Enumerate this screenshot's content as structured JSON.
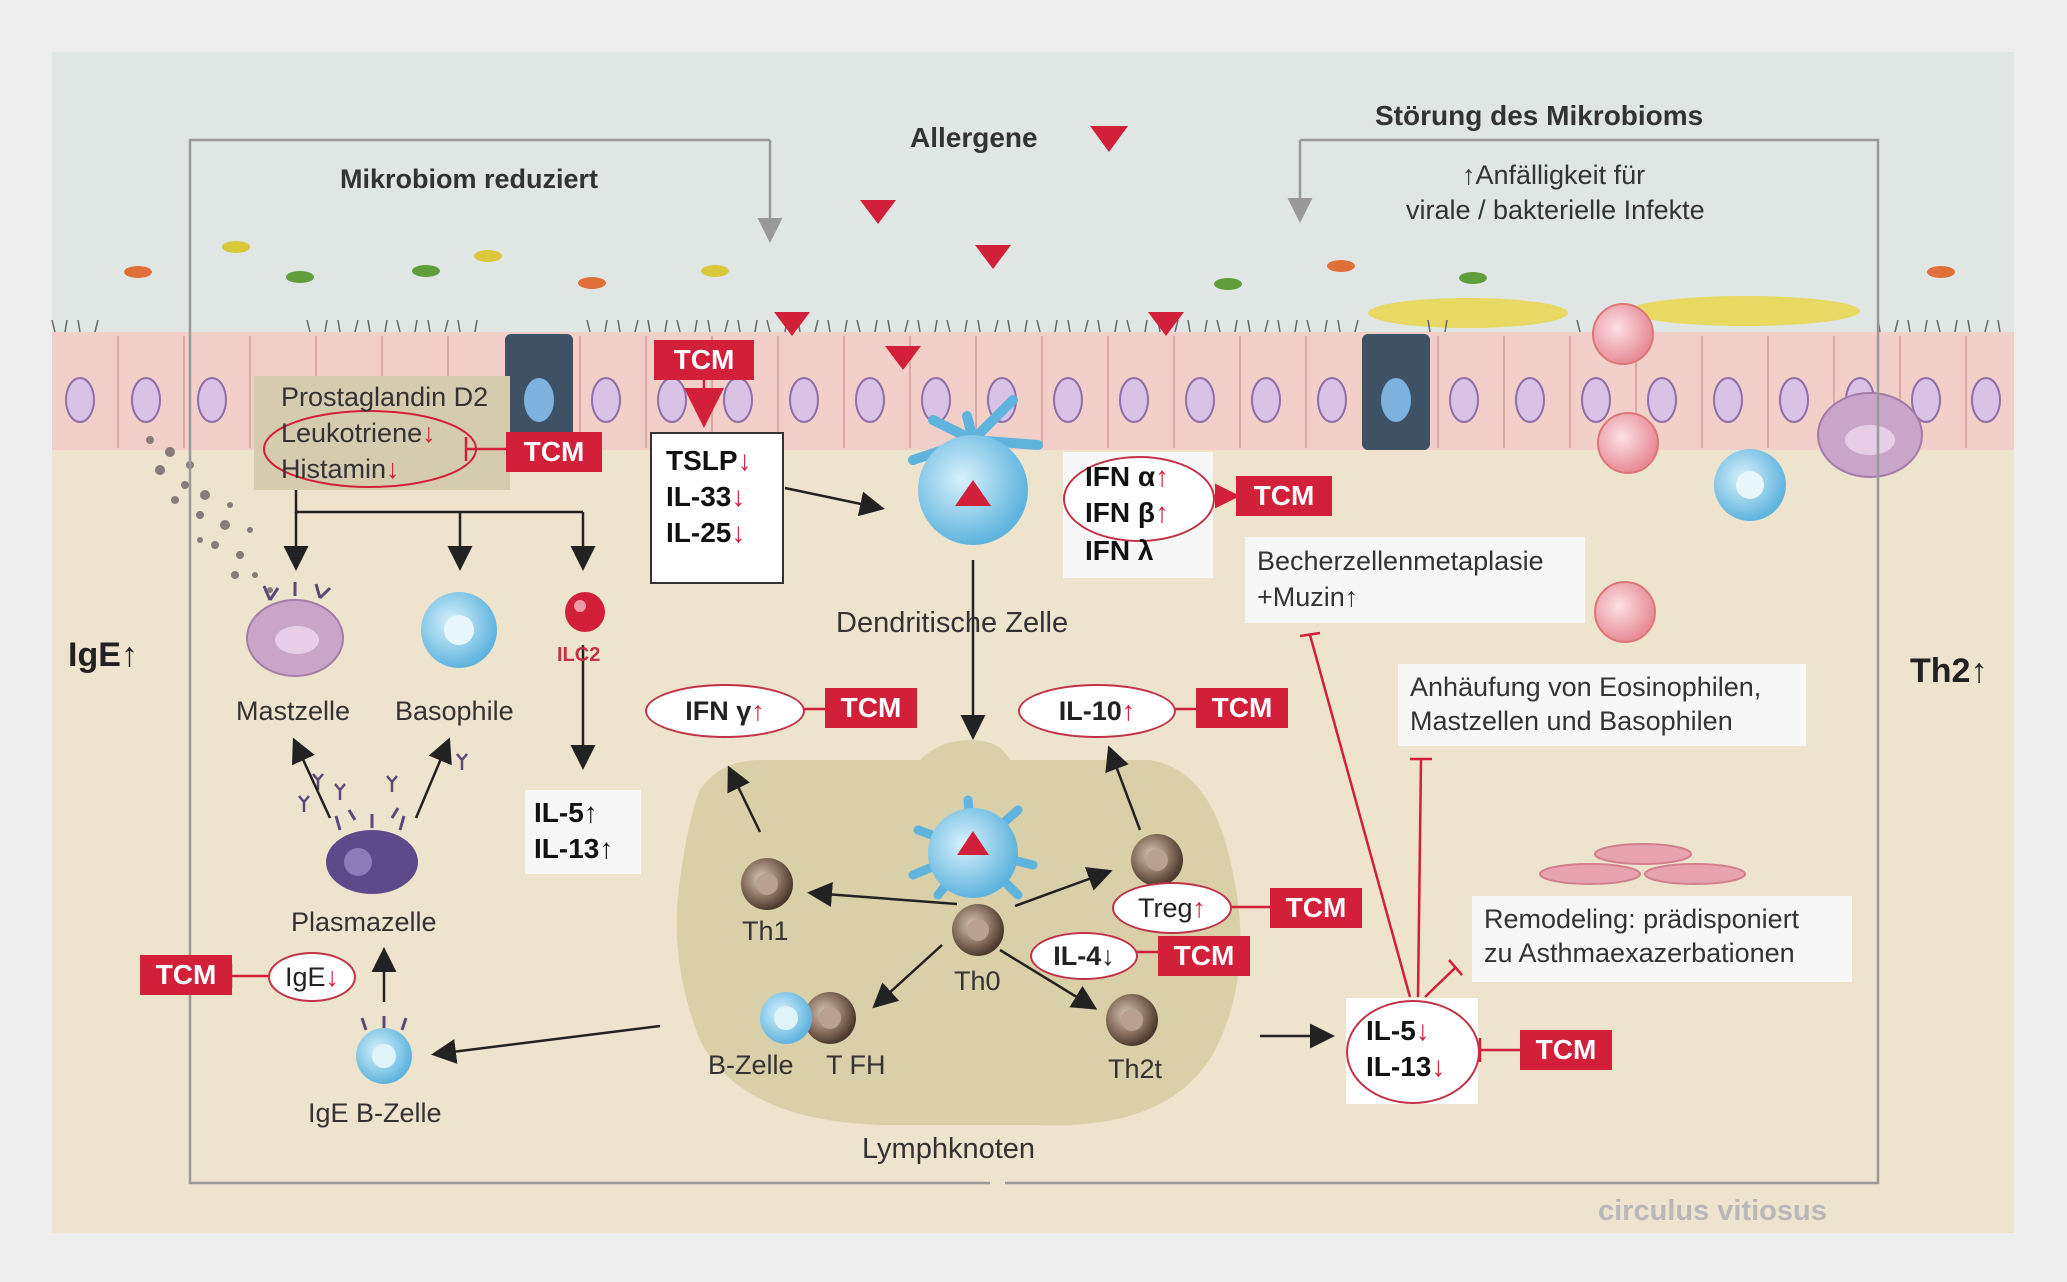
{
  "top": {
    "microbiome_reduced": "Mikrobiom reduziert",
    "allergens": "Allergene",
    "microbiome_disturbance": "Störung des Mikrobioms",
    "susceptibility_line1": "↑Anfälligkeit für",
    "susceptibility_line2": "virale / bakterielle Infekte"
  },
  "mediators": {
    "prostaglandin": "Prostaglandin D2",
    "leukotriene": "Leukotriene",
    "histamin": "Histamin",
    "down_arrow": "↓"
  },
  "cytokines_epithelial": [
    "TSLP",
    "IL-33",
    "IL-25"
  ],
  "ifn": {
    "alpha": "IFN α",
    "beta": "IFN β",
    "lambda": "IFN λ",
    "up_arrow": "↑"
  },
  "cells": {
    "dendritic": "Dendritische Zelle",
    "mast": "Mastzelle",
    "basophile": "Basophile",
    "ilc2": "ILC2",
    "plasma": "Plasmazelle",
    "ige_bcell": "IgE B-Zelle",
    "th1": "Th1",
    "th0": "Th0",
    "th2": "Th2t",
    "bcell": "B-Zelle",
    "tfh": "T FH",
    "lymph": "Lymphknoten"
  },
  "labels": {
    "ige_up": "IgE↑",
    "th2_up": "Th2↑",
    "il5_up": "IL-5↑",
    "il13_up": "IL-13↑",
    "ifn_gamma": "IFN γ",
    "il10": "IL-10",
    "treg": "Treg",
    "il4": "IL-4↓",
    "ige_down": "IgE",
    "il5_down": "IL-5",
    "il13_down": "IL-13",
    "up_arrow": "↑",
    "down_arrow": "↓"
  },
  "right_notes": {
    "goblet_line1": "Becherzellenmetaplasie",
    "goblet_line2": "+Muzin↑",
    "accumulation_line1": "Anhäufung von Eosinophilen,",
    "accumulation_line2": "Mastzellen und Basophilen",
    "remodeling_line1": "Remodeling: prädisponiert",
    "remodeling_line2": "zu Asthmaexazerbationen"
  },
  "tcm": "TCM",
  "footer": "circulus vitiosus",
  "colors": {
    "tcm_red": "#d3203a",
    "airway": "#dfe6e4",
    "tissue": "#eee3cc",
    "epithelium": "#f2cfc8",
    "lymph_node": "#d9cfa8"
  }
}
